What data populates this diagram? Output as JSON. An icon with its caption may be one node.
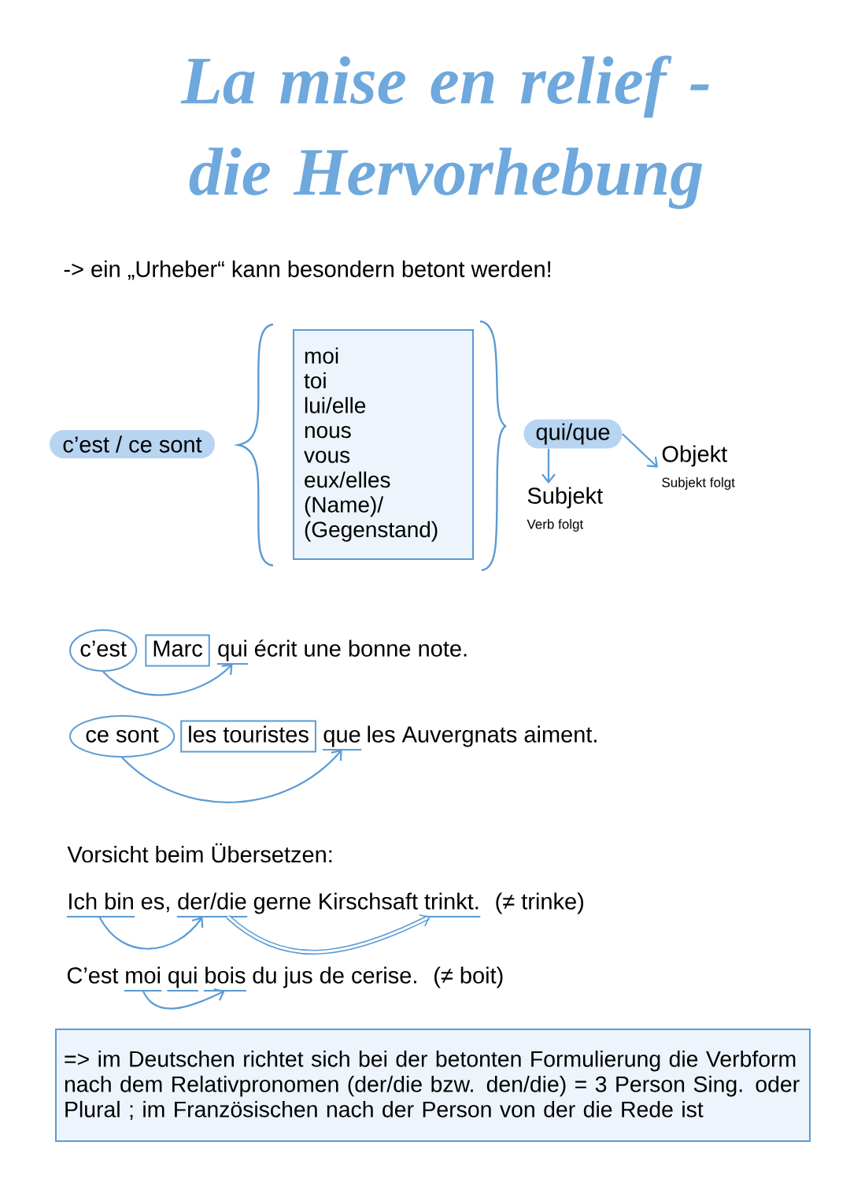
{
  "diagram": {
    "title": "La mise en relief - die Hervorhebung",
    "nodes": [
      {
        "text": [
          "c’est / ce sont"
        ]
      },
      {
        "text": [
          "moi",
          "toi",
          "lui/elle",
          "nous",
          "vous",
          "eux/elles",
          "(Name)/ (Gegenstand)"
        ]
      },
      {
        "text": [
          "qui/que"
        ]
      },
      {
        "text": [
          "Objekt",
          "Subjekt folgt"
        ]
      },
      {
        "text": [
          "Subjekt",
          "Verb folgt"
        ]
      },
      {
        "text": [
          "c’est"
        ]
      },
      {
        "text": [
          "Marc"
        ]
      },
      {
        "text": [
          "qui"
        ]
      },
      {
        "text": [
          "ce sont"
        ]
      },
      {
        "text": [
          "les touristes"
        ]
      },
      {
        "text": [
          "que"
        ]
      },
      {
        "text": [
          "Ich bin"
        ]
      },
      {
        "text": [
          "der/die"
        ]
      },
      {
        "text": [
          "trinkt."
        ]
      },
      {
        "text": [
          "moi"
        ]
      },
      {
        "text": [
          "qui"
        ]
      },
      {
        "text": [
          "bois"
        ]
      },
      {
        "text": [
          "=> im Deutschen richtet sich bei der betonten Formulierung die Verbform nach dem Relativpronomen (der/die bzw. den/die) = 3 Person Sing. oder Plural ; im Französischen nach der Person von der die Rede ist"
        ]
      }
    ],
    "edges": [
      {
        "from": 2,
        "to": 3,
        "arrow": "to"
      },
      {
        "from": 2,
        "to": 4,
        "arrow": "to"
      },
      {
        "from": 5,
        "to": 7,
        "arrow": "to"
      },
      {
        "from": 8,
        "to": 10,
        "arrow": "to"
      },
      {
        "from": 11,
        "to": 12,
        "arrow": "to"
      },
      {
        "from": 12,
        "to": 13,
        "arrow": "to",
        "style": "thick"
      },
      {
        "from": 14,
        "to": 16,
        "arrow": "to"
      }
    ],
    "labels": [
      "-> ein „Urheber“ kann besondern betont werden!",
      "écrit une bonne note.",
      "les Auvergnats aiment.",
      "Vorsicht beim Übersetzen:",
      "es,",
      "gerne Kirschsaft",
      "(≠ trinke)",
      "C’est",
      "du jus de cerise.",
      "(≠ boit)"
    ]
  }
}
